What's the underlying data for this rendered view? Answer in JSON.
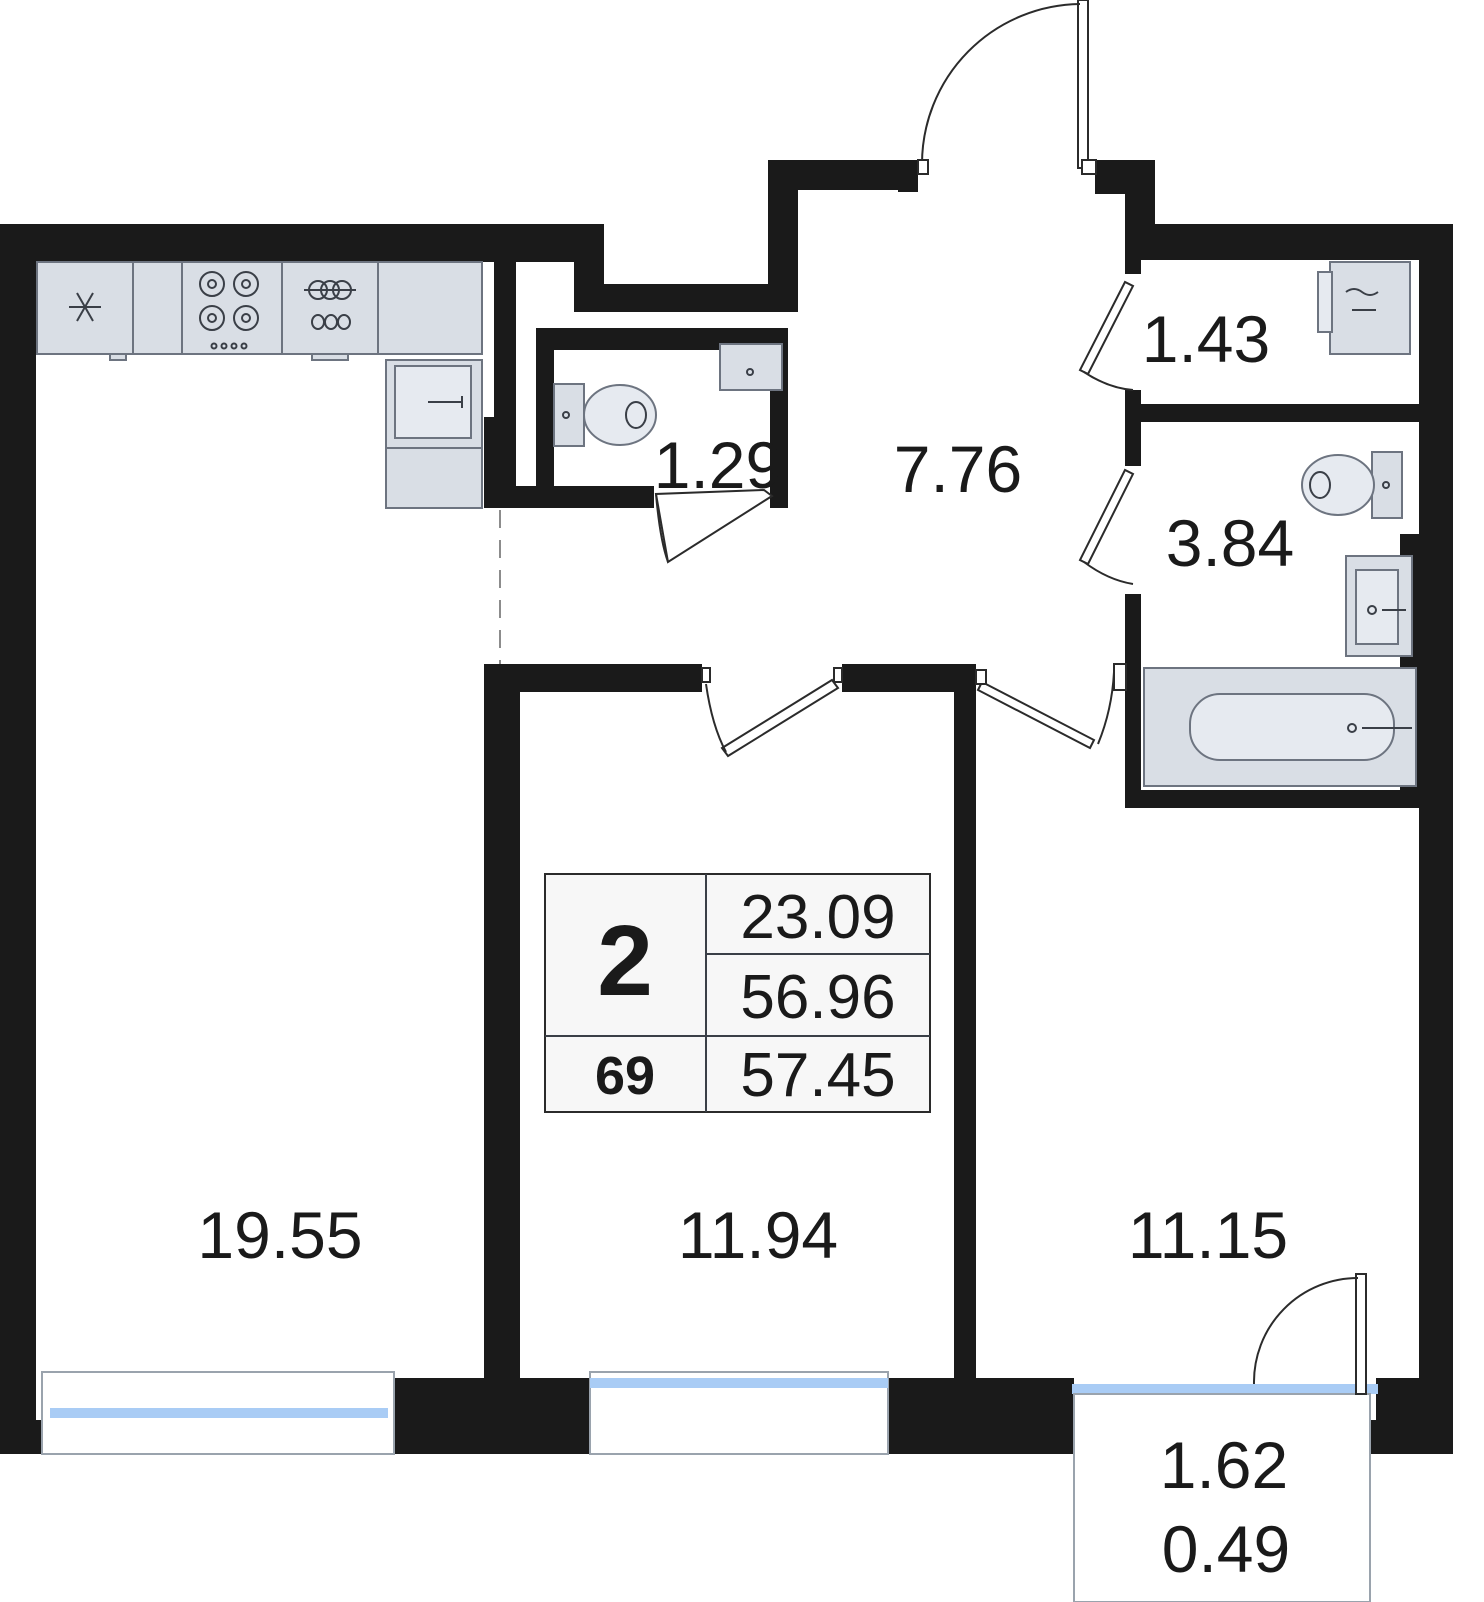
{
  "plan": {
    "rooms": [
      {
        "id": "kitchen_living",
        "area": "19.55"
      },
      {
        "id": "bedroom_middle",
        "area": "11.94"
      },
      {
        "id": "bedroom_right",
        "area": "11.15"
      },
      {
        "id": "hallway",
        "area": "7.76"
      },
      {
        "id": "wc",
        "area": "1.29"
      },
      {
        "id": "laundry",
        "area": "1.43"
      },
      {
        "id": "bathroom",
        "area": "3.84"
      }
    ],
    "balcony": {
      "area_total": "1.62",
      "area_reduced": "0.49"
    }
  },
  "summary": {
    "room_count": "2",
    "flat_number": "69",
    "living_area": "23.09",
    "total_area": "56.96",
    "total_area_with_balcony": "57.45"
  },
  "colors": {
    "wall": "#1a1a1a",
    "fixture": "#d9dee5",
    "glass": "#a9ccf5"
  },
  "icons": [
    "snowflake-icon",
    "stove-icon",
    "oven-icon",
    "sink-icon",
    "toilet-icon",
    "bathtub-icon",
    "washing-machine-icon"
  ]
}
